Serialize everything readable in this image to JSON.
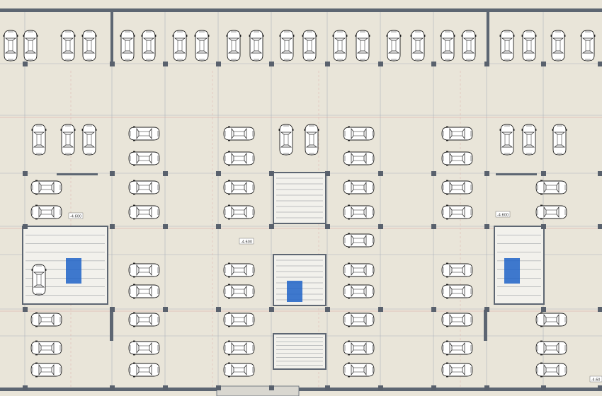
{
  "diagram": {
    "colors": {
      "background": "#e9e5d9",
      "wall": "#5d6672",
      "column": "#59616d",
      "grid_red": "#d9a29e",
      "grid_gray": "#aeb3bb",
      "car_fill": "#ffffff",
      "car_stroke": "#1c1c1c",
      "stair_fill": "#f2f1ec",
      "stair_accent": "#1e63c8"
    },
    "level_tags": [
      "-4.600",
      "-4.600",
      "-4.600",
      "-4.60"
    ]
  }
}
